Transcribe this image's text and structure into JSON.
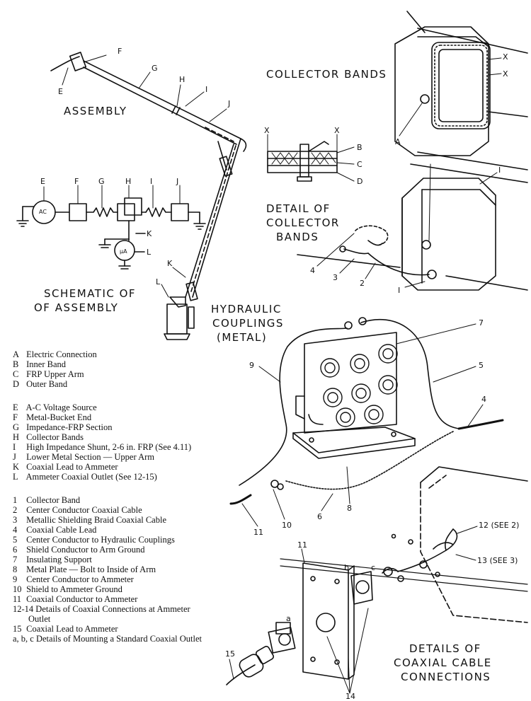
{
  "titles": {
    "assembly": "ASSEMBLY",
    "collector_bands": "COLLECTOR BANDS",
    "detail_collector": [
      "DETAIL OF",
      "COLLECTOR",
      "BANDS"
    ],
    "schematic": [
      "SCHEMATIC OF",
      "OF ASSEMBLY"
    ],
    "hydraulic": [
      "HYDRAULIC",
      "COUPLINGS",
      "(METAL)"
    ],
    "coaxial": [
      "DETAILS OF",
      "COAXIAL CABLE",
      "CONNECTIONS"
    ]
  },
  "callouts": {
    "assembly": [
      "E",
      "F",
      "G",
      "H",
      "I",
      "J",
      "K",
      "L"
    ],
    "schematic": [
      "E",
      "F",
      "G",
      "H",
      "I",
      "J",
      "K",
      "L",
      "AC",
      "μA"
    ],
    "bands": [
      "X",
      "X",
      "A",
      "I",
      "I"
    ],
    "band_detail": [
      "X",
      "X",
      "B",
      "C",
      "D"
    ],
    "cable": [
      "4",
      "3",
      "2"
    ],
    "couplings": [
      "7",
      "9",
      "5",
      "4",
      "6",
      "8",
      "10",
      "11"
    ],
    "coax": [
      "11",
      "b",
      "c",
      "a",
      "12 (SEE 2)",
      "13 (SEE 3)",
      "14",
      "15"
    ]
  },
  "legend": {
    "group1": [
      {
        "key": "A",
        "text": "Electric Connection"
      },
      {
        "key": "B",
        "text": "Inner Band"
      },
      {
        "key": "C",
        "text": "FRP Upper Arm"
      },
      {
        "key": "D",
        "text": "Outer Band"
      }
    ],
    "group2": [
      {
        "key": "E",
        "text": "A-C Voltage Source"
      },
      {
        "key": "F",
        "text": "Metal-Bucket End"
      },
      {
        "key": "G",
        "text": "Impedance-FRP Section"
      },
      {
        "key": "H",
        "text": "Collector Bands"
      },
      {
        "key": "I",
        "text": "High Impedance Shunt, 2-6 in. FRP (See 4.11)"
      },
      {
        "key": "J",
        "text": "Lower Metal Section — Upper Arm"
      },
      {
        "key": "K",
        "text": "Coaxial Lead to Ammeter"
      },
      {
        "key": "L",
        "text": "Ammeter Coaxial Outlet (See 12-15)"
      }
    ],
    "group3": [
      {
        "key": "1",
        "text": "Collector Band"
      },
      {
        "key": "2",
        "text": "Center Conductor Coaxial Cable"
      },
      {
        "key": "3",
        "text": "Metallic Shielding Braid Coaxial Cable"
      },
      {
        "key": "4",
        "text": "Coaxial Cable Lead"
      },
      {
        "key": "5",
        "text": "Center Conductor to Hydraulic Couplings"
      },
      {
        "key": "6",
        "text": "Shield Conductor to Arm Ground"
      },
      {
        "key": "7",
        "text": "Insulating Support"
      },
      {
        "key": "8",
        "text": "Metal Plate — Bolt to Inside of Arm"
      },
      {
        "key": "9",
        "text": "Center Conductor to Ammeter"
      },
      {
        "key": "10",
        "text": "Shield to Ammeter Ground"
      },
      {
        "key": "11",
        "text": "Coaxial Conductor to Ammeter"
      },
      {
        "key": "12-14",
        "text": "Details of Coaxial Connections at Ammeter",
        "cont": "Outlet"
      },
      {
        "key": "15",
        "text": "Coaxial Lead to Ammeter"
      },
      {
        "key": "a, b, c",
        "text": "Details of Mounting a Standard Coaxial Outlet"
      }
    ]
  }
}
